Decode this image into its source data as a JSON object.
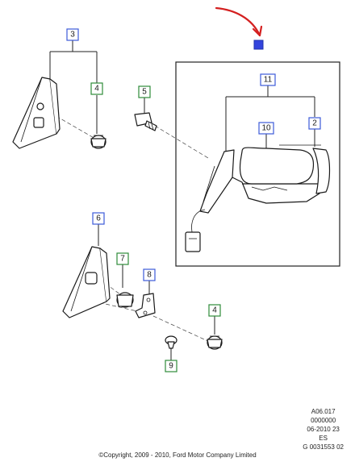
{
  "callouts": [
    {
      "number": "3",
      "color": "blue"
    },
    {
      "number": "4",
      "color": "green"
    },
    {
      "number": "5",
      "color": "green"
    },
    {
      "number": "11",
      "color": "blue"
    },
    {
      "number": "10",
      "color": "blue"
    },
    {
      "number": "2",
      "color": "blue"
    },
    {
      "number": "6",
      "color": "blue"
    },
    {
      "number": "7",
      "color": "green"
    },
    {
      "number": "8",
      "color": "blue"
    },
    {
      "number": "4",
      "color": "green"
    },
    {
      "number": "9",
      "color": "green"
    }
  ],
  "colors": {
    "blue_tag": "#3d5bd9",
    "green_tag": "#2e8b3a",
    "highlight_marker": "#3344dd",
    "annotation_arrow": "#d42020"
  },
  "reference_block": {
    "line1": "A06.017",
    "line2": "0000000",
    "line3": "06-2010 23",
    "line4": "ES",
    "line5": "G 0031553 02"
  },
  "copyright": "©Copyright, 2009 - 2010, Ford Motor Company Limited"
}
